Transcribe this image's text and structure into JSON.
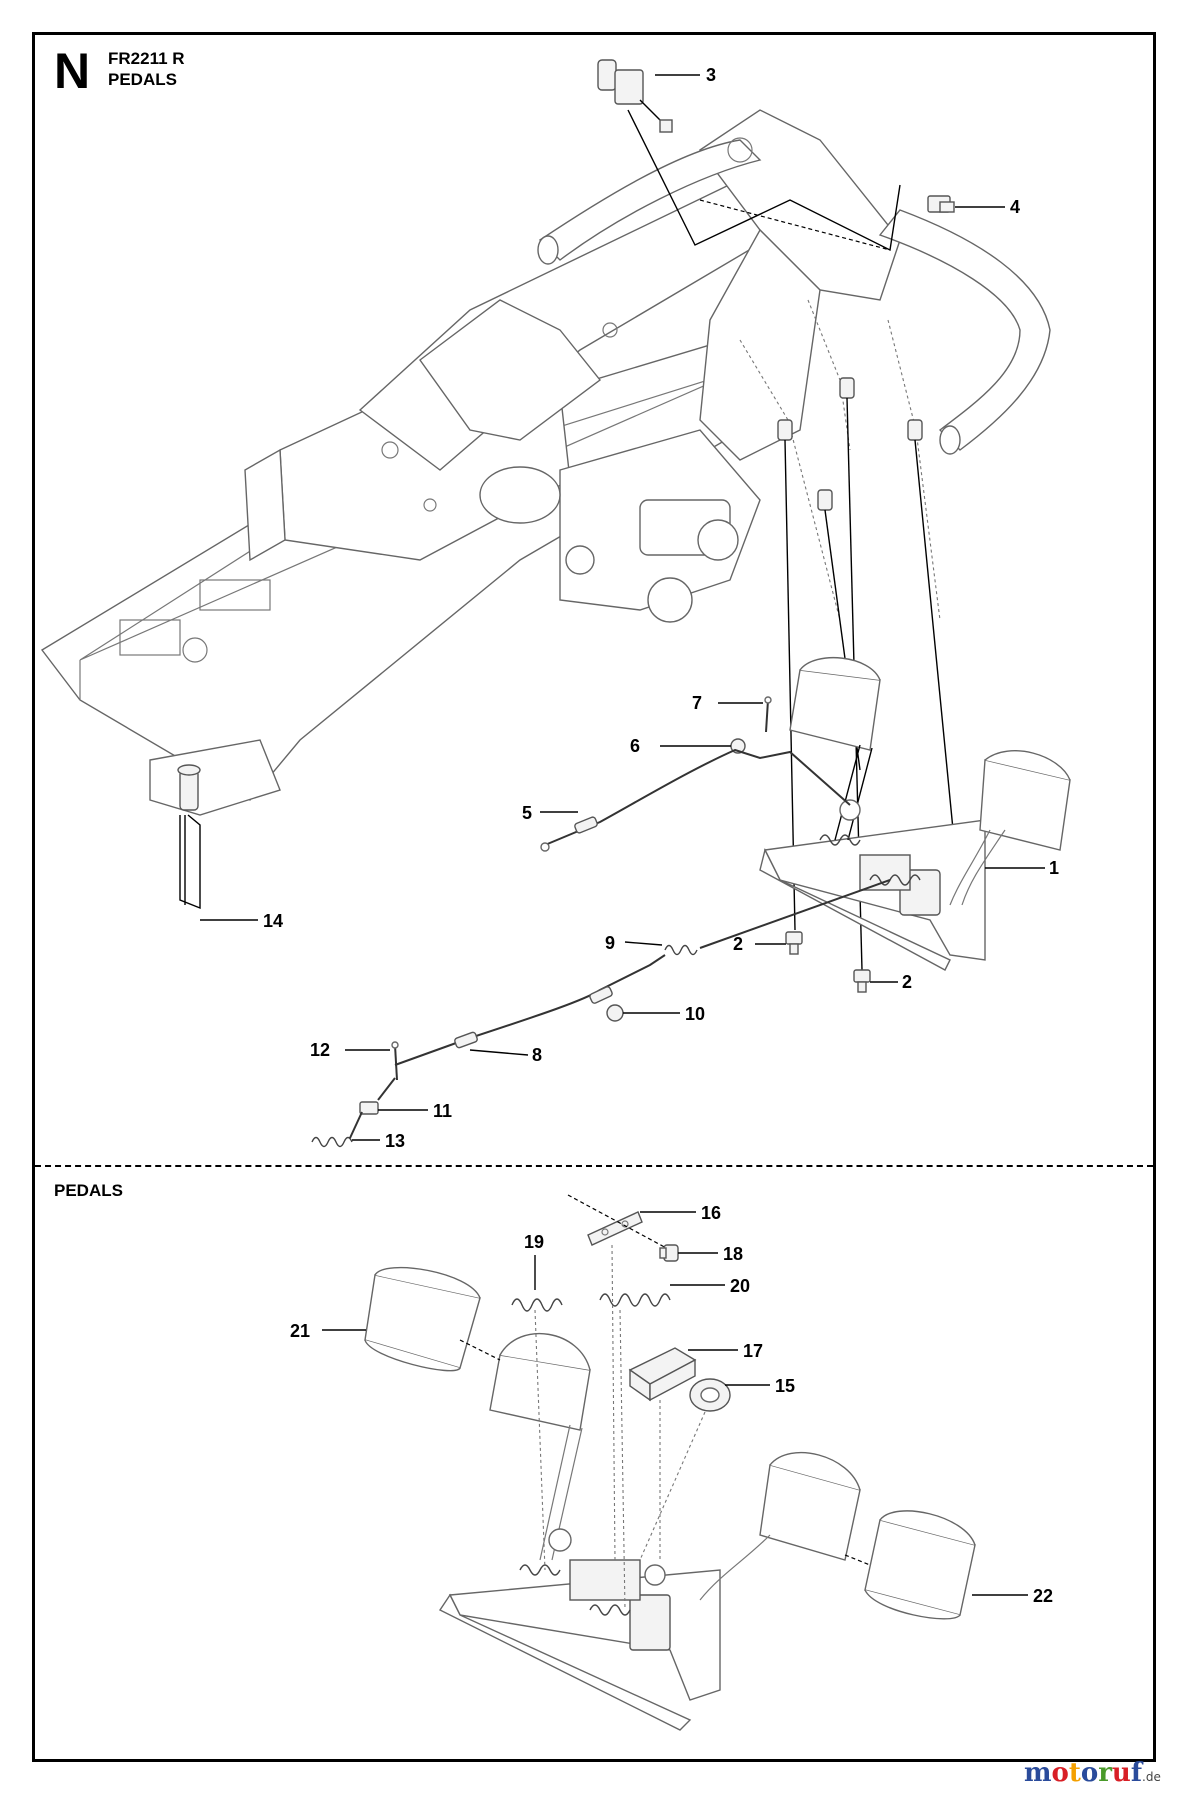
{
  "header": {
    "section_letter": "N",
    "model": "FR2211 R",
    "title": "PEDALS"
  },
  "subassembly": {
    "title": "PEDALS"
  },
  "callouts": {
    "c1": "1",
    "c2a": "2",
    "c2b": "2",
    "c3": "3",
    "c4": "4",
    "c5": "5",
    "c6": "6",
    "c7": "7",
    "c8": "8",
    "c9": "9",
    "c10": "10",
    "c11": "11",
    "c12": "12",
    "c13": "13",
    "c14": "14",
    "c15": "15",
    "c16": "16",
    "c17": "17",
    "c18": "18",
    "c19": "19",
    "c20": "20",
    "c21": "21",
    "c22": "22"
  },
  "watermark": {
    "brand": "motoruf",
    "suffix": ".de",
    "colors": [
      "#2a4b9b",
      "#d81f26",
      "#f4a000",
      "#2a4b9b",
      "#4a9a2a",
      "#d81f26",
      "#2a4b9b"
    ]
  }
}
